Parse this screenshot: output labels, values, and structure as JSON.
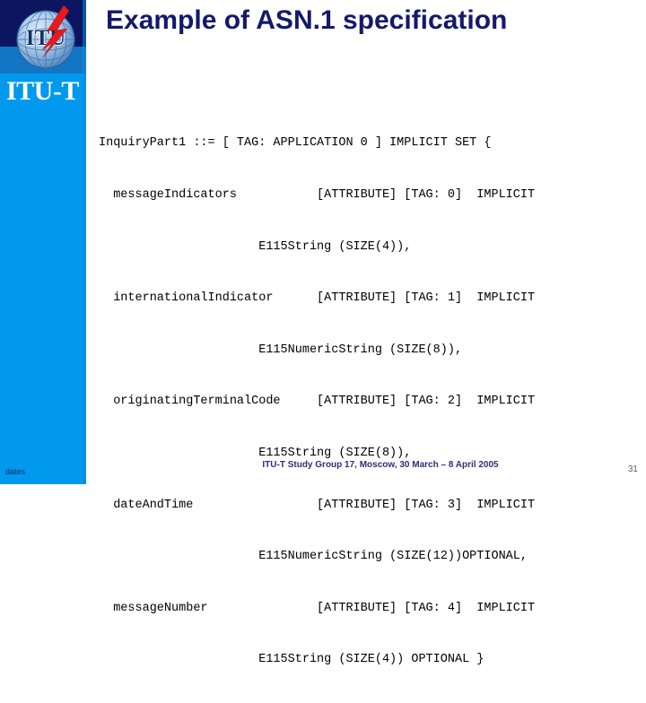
{
  "slide": {
    "title": "Example of ASN.1 specification",
    "page_number": "31",
    "colors": {
      "title_navy": "#131a6b",
      "sidebar_blue": "#0099ee",
      "sidebar_navy": "#0c1560",
      "footer_navy": "#2b2f7a"
    }
  },
  "sidebar": {
    "wordmark": "ITU-T",
    "logo_icon": "itu-globe-logo"
  },
  "code": {
    "language": "ASN.1",
    "lines": [
      "InquiryPart1 ::= [ TAG: APPLICATION 0 ] IMPLICIT SET {",
      "  messageIndicators           [ATTRIBUTE] [TAG: 0]  IMPLICIT",
      "                      E115String (SIZE(4)),",
      "  internationalIndicator      [ATTRIBUTE] [TAG: 1]  IMPLICIT",
      "                      E115NumericString (SIZE(8)),",
      "  originatingTerminalCode     [ATTRIBUTE] [TAG: 2]  IMPLICIT",
      "                      E115String (SIZE(8)),",
      "  dateAndTime                 [ATTRIBUTE] [TAG: 3]  IMPLICIT",
      "                      E115NumericString (SIZE(12))OPTIONAL,",
      "  messageNumber               [ATTRIBUTE] [TAG: 4]  IMPLICIT",
      "                      E115String (SIZE(4)) OPTIONAL }"
    ]
  },
  "footer": {
    "note": "ITU-T Study Group 17, Moscow, 30 March – 8 April 2005",
    "dates_placeholder": "dates"
  }
}
